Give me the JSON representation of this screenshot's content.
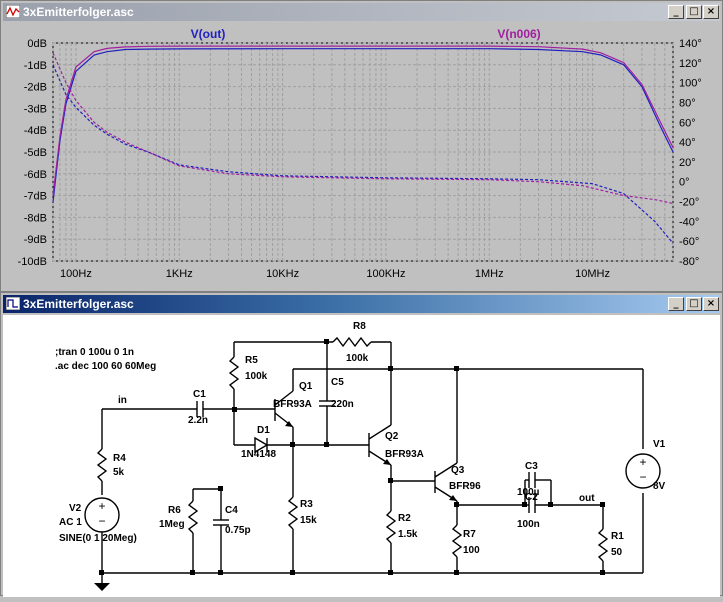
{
  "plot_window": {
    "title": "3xEmitterfolger.asc",
    "trace1_label": "V(out)",
    "trace2_label": "V(n006)",
    "left_ticks": [
      "0dB",
      "-1dB",
      "-2dB",
      "-3dB",
      "-4dB",
      "-5dB",
      "-6dB",
      "-7dB",
      "-8dB",
      "-9dB",
      "-10dB"
    ],
    "right_ticks": [
      "140°",
      "120°",
      "100°",
      "80°",
      "60°",
      "40°",
      "20°",
      "0°",
      "-20°",
      "-40°",
      "-60°",
      "-80°"
    ],
    "x_ticks": [
      "100Hz",
      "1KHz",
      "10KHz",
      "100KHz",
      "1MHz",
      "10MHz"
    ],
    "colors": {
      "trace1": "#2020c0",
      "trace2": "#a020a0",
      "grid": "#a0a0a0",
      "background": "#c0c0c0",
      "text": "#000000"
    }
  },
  "schematic_window": {
    "title": "3xEmitterfolger.asc",
    "directives": [
      ";tran 0 100u 0 1n",
      ".ac dec 100 60 60Meg"
    ],
    "labels": {
      "R8": "R8",
      "R8v": "100k",
      "R5": "R5",
      "R5v": "100k",
      "Q1": "Q1",
      "Q1m": "BFR93A",
      "C5": "C5",
      "C5v": "220n",
      "C1": "C1",
      "C1v": "2.2n",
      "net_in": "in",
      "D1": "D1",
      "D1m": "1N4148",
      "Q2": "Q2",
      "Q2m": "BFR93A",
      "R4": "R4",
      "R4v": "5k",
      "V2": "V2",
      "V2a": "AC 1",
      "V2b": "SINE(0 1 20Meg)",
      "R6": "R6",
      "R6v": "1Meg",
      "C4": "C4",
      "C4v": "0.75p",
      "R3": "R3",
      "R3v": "15k",
      "R2": "R2",
      "R2v": "1.5k",
      "Q3": "Q3",
      "Q3m": "BFR96",
      "R7": "R7",
      "R7v": "100",
      "C3": "C3",
      "C3v": "100µ",
      "C2": "C2",
      "C2v": "100n",
      "net_out": "out",
      "R1": "R1",
      "R1v": "50",
      "V1": "V1",
      "V1v": "8V"
    }
  },
  "window_buttons": {
    "minimize": "_",
    "maximize": "□",
    "close": "×"
  },
  "chart_data": {
    "type": "line",
    "title": "",
    "xlabel": "",
    "ylabel": "",
    "x_scale": "log",
    "xlim": [
      60,
      60000000
    ],
    "ylim_left": [
      -10,
      0
    ],
    "ylim_right": [
      -80,
      140
    ],
    "x_tick_values": [
      100,
      1000,
      10000,
      100000,
      1000000,
      10000000
    ],
    "series": [
      {
        "name": "V(out)",
        "quantity": "magnitude_dB",
        "x": [
          60,
          70,
          80,
          100,
          150,
          200,
          300,
          500,
          1000,
          10000,
          100000,
          1000000,
          3000000,
          8000000,
          12000000,
          20000000,
          30000000,
          45000000,
          60000000
        ],
        "y": [
          -7.3,
          -4.5,
          -2.8,
          -1.3,
          -0.55,
          -0.4,
          -0.3,
          -0.28,
          -0.27,
          -0.26,
          -0.26,
          -0.26,
          -0.3,
          -0.4,
          -0.55,
          -1.0,
          -2.0,
          -3.8,
          -5.0
        ]
      },
      {
        "name": "V(n006)",
        "quantity": "magnitude_dB",
        "x": [
          60,
          70,
          80,
          100,
          150,
          200,
          300,
          500,
          1000,
          10000,
          100000,
          1000000,
          3000000,
          8000000,
          12000000,
          20000000,
          30000000,
          45000000,
          60000000
        ],
        "y": [
          -7.0,
          -4.3,
          -2.6,
          -1.1,
          -0.4,
          -0.25,
          -0.18,
          -0.15,
          -0.14,
          -0.14,
          -0.14,
          -0.14,
          -0.17,
          -0.28,
          -0.45,
          -0.9,
          -1.9,
          -3.6,
          -4.8
        ]
      },
      {
        "name": "V(out)",
        "quantity": "phase_deg",
        "x": [
          60,
          80,
          100,
          150,
          200,
          300,
          500,
          1000,
          3000,
          10000,
          100000,
          1000000,
          3000000,
          10000000,
          20000000,
          40000000,
          60000000
        ],
        "y": [
          118,
          88,
          75,
          57,
          48,
          38,
          30,
          17,
          10,
          6,
          4,
          3,
          2,
          -2,
          -12,
          -40,
          -62
        ]
      },
      {
        "name": "V(n006)",
        "quantity": "phase_deg",
        "x": [
          60,
          80,
          100,
          150,
          200,
          300,
          500,
          1000,
          3000,
          10000,
          100000,
          1000000,
          3000000,
          8000000,
          20000000,
          40000000,
          60000000
        ],
        "y": [
          130,
          100,
          82,
          60,
          50,
          40,
          30,
          16,
          8,
          5,
          3,
          2,
          0,
          -4,
          -14,
          -18,
          -22
        ]
      }
    ]
  }
}
